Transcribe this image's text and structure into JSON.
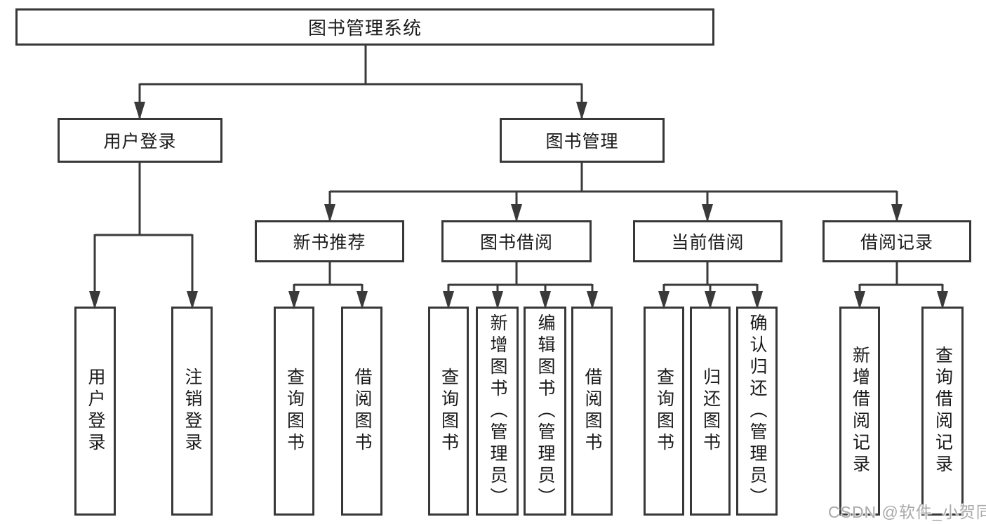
{
  "root": {
    "label": "图书管理系统"
  },
  "level2": [
    {
      "label": "用户登录"
    },
    {
      "label": "图书管理"
    }
  ],
  "level3": [
    {
      "label": "新书推荐"
    },
    {
      "label": "图书借阅"
    },
    {
      "label": "当前借阅"
    },
    {
      "label": "借阅记录"
    }
  ],
  "leaves": {
    "user_login": [
      "用户登录",
      "注销登录"
    ],
    "new_book_rec": [
      "查询图书",
      "借阅图书"
    ],
    "book_borrow": [
      "查询图书",
      "新增图书（管理员）",
      "编辑图书（管理员）",
      "借阅图书"
    ],
    "current_borrow": [
      "查询图书",
      "归还图书",
      "确认归还（管理员）"
    ],
    "borrow_records": [
      "新增借阅记录",
      "查询借阅记录"
    ]
  },
  "watermark": "CSDN @软件_小贺同学",
  "colors": {
    "line": "#3a3a3a",
    "text": "#1a1a1a",
    "background": "#ffffff",
    "watermark": "#a9a9a9"
  }
}
